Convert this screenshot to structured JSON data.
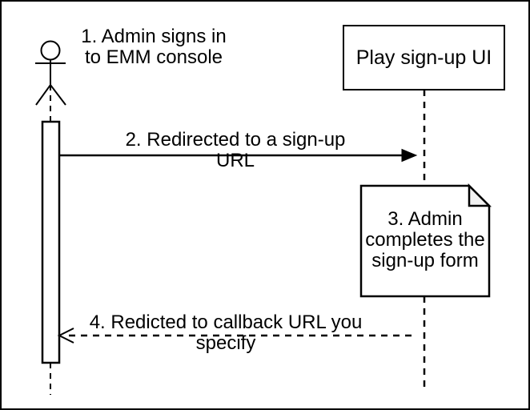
{
  "diagram_type": "sequence-diagram",
  "actor": {
    "role": "Admin (EMM console user)",
    "step_label": "1. Admin signs in\nto EMM console"
  },
  "participant": {
    "label": "Play sign-up UI"
  },
  "messages": {
    "redirect": {
      "text": "2. Redirected to a sign-up URL",
      "style": "solid",
      "direction": "right"
    },
    "callback": {
      "text": "4. Redicted to callback URL you specify",
      "style": "dashed",
      "direction": "left"
    }
  },
  "note": {
    "text": "3. Admin\ncompletes the\nsign-up form"
  },
  "colors": {
    "stroke": "#000000",
    "fill": "#ffffff",
    "note_fold": "#f2f2f2"
  }
}
